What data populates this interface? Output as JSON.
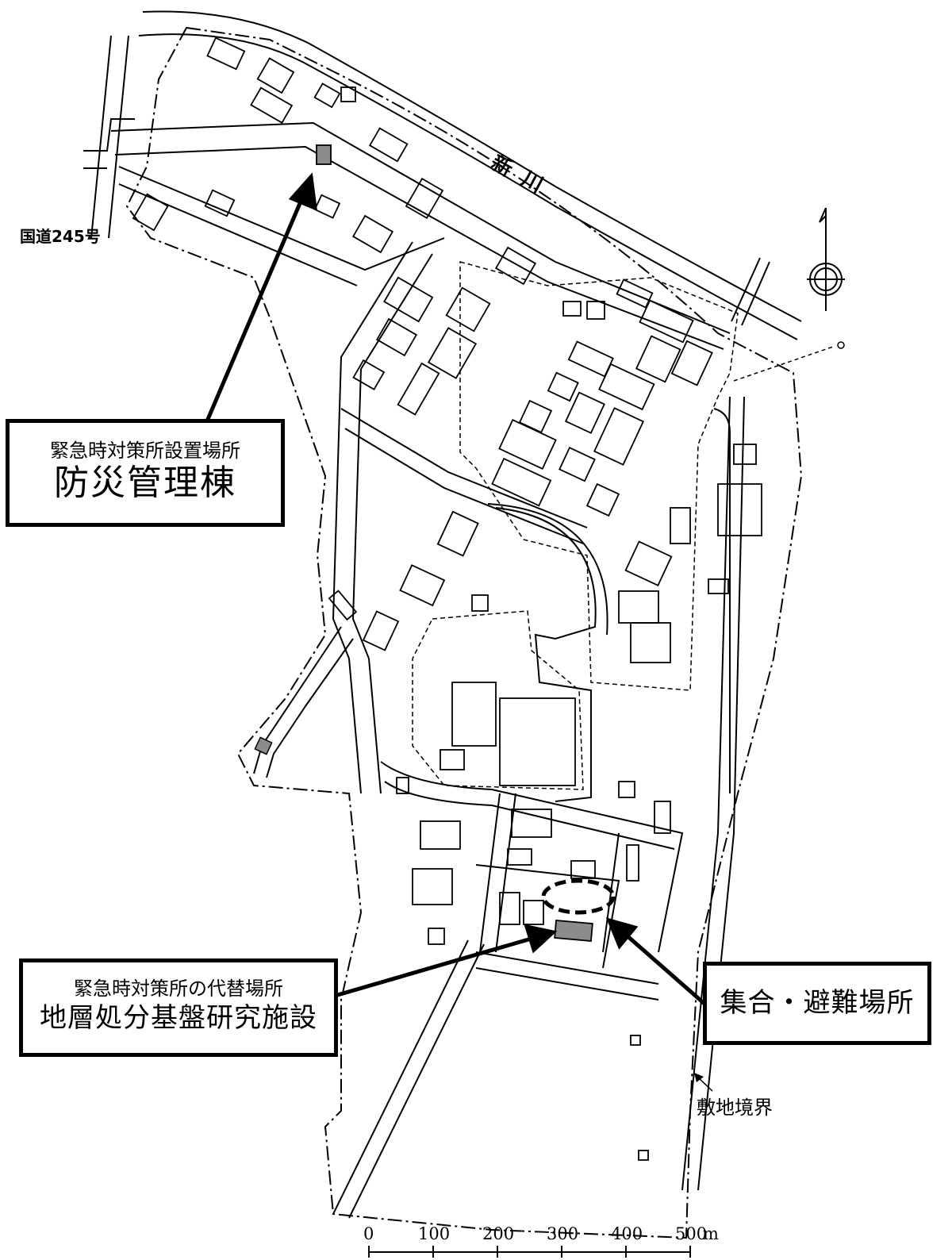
{
  "map": {
    "labels": {
      "river": "新 川",
      "highway": "国道245号",
      "boundary": "敷地境界"
    },
    "callouts": {
      "hq": {
        "sub": "緊急時対策所設置場所",
        "main": "防災管理棟"
      },
      "alt": {
        "sub": "緊急時対策所の代替場所",
        "main": "地層処分基盤研究施設"
      },
      "assembly": {
        "main": "集合・避難場所"
      }
    },
    "scale": {
      "ticks": [
        "0",
        "100",
        "200",
        "300",
        "400",
        "500"
      ],
      "unit": "m"
    },
    "colors": {
      "line": "#000000",
      "highlight_building": "#8c8c8c",
      "background": "#ffffff"
    },
    "icons": [
      "north-arrow-icon"
    ]
  }
}
